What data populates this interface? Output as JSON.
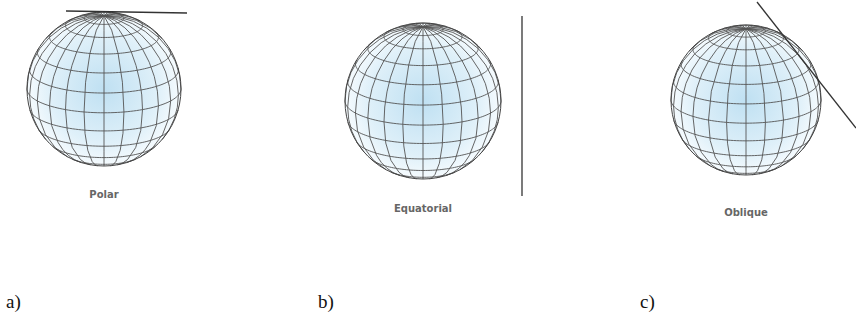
{
  "diagram": {
    "labels": [
      "Polar",
      "Equatorial",
      "Oblique",
      "a)",
      "b)",
      "c)"
    ]
  }
}
